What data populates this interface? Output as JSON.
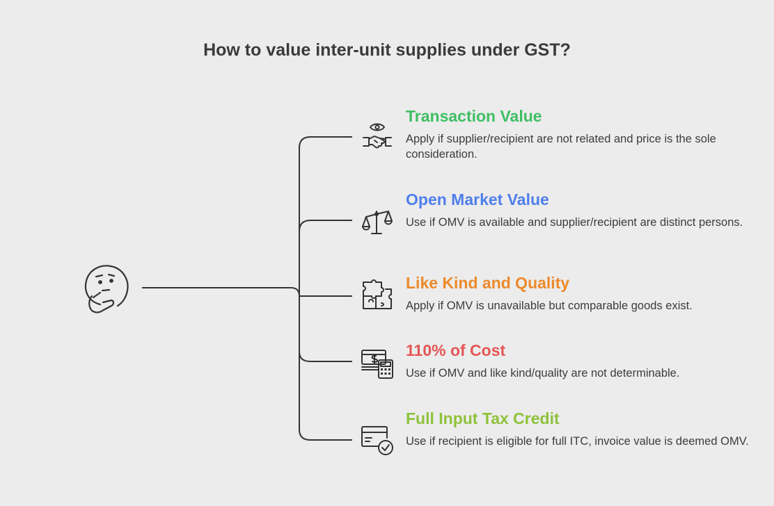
{
  "title": "How to value inter-unit supplies under GST?",
  "center_icon": "thinking-face-icon",
  "items": [
    {
      "heading": "Transaction Value",
      "description": "Apply if supplier/recipient are not related and price is the sole consideration.",
      "color": "#3fbe64",
      "icon": "handshake-eye-icon"
    },
    {
      "heading": "Open Market Value",
      "description": "Use if OMV is available and supplier/recipient are distinct persons.",
      "color": "#4f7fea",
      "icon": "balance-scale-icon"
    },
    {
      "heading": "Like Kind and Quality",
      "description": "Apply if OMV is unavailable but comparable goods exist.",
      "color": "#ec8a2b",
      "icon": "puzzle-icon"
    },
    {
      "heading": "110% of Cost",
      "description": "Use if OMV and like kind/quality are not determinable.",
      "color": "#e45656",
      "icon": "money-calculator-icon"
    },
    {
      "heading": "Full Input Tax Credit",
      "description": "Use if recipient is eligible for full ITC, invoice value is deemed OMV.",
      "color": "#8ec23b",
      "icon": "card-check-icon"
    }
  ]
}
